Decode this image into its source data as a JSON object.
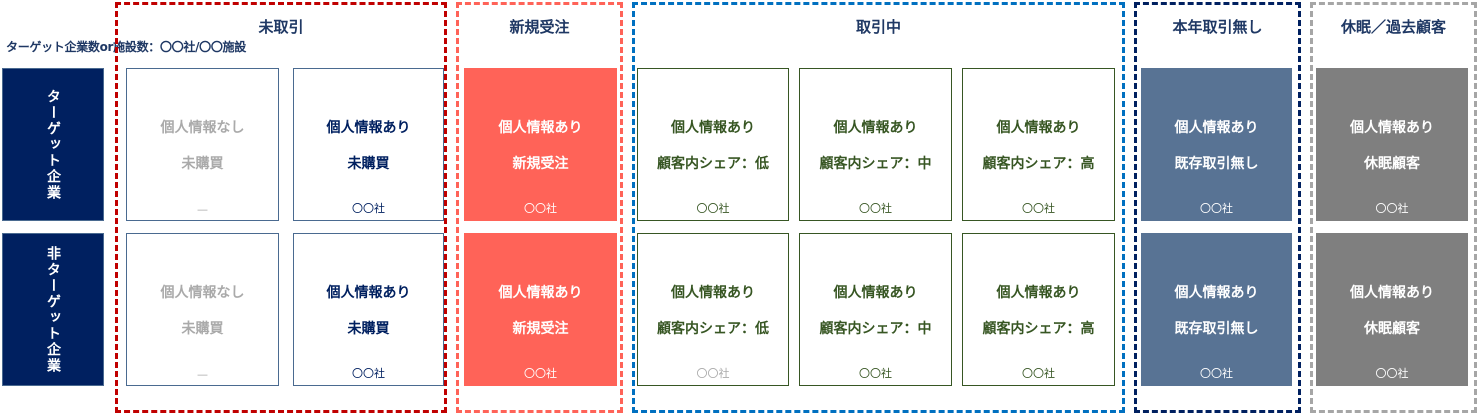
{
  "note": "ターゲット企業数or施設数：〇〇社/〇〇施設",
  "rows": [
    {
      "label": "ターゲット企業"
    },
    {
      "label": "非ターゲット企業"
    }
  ],
  "groups": [
    {
      "title": "未取引",
      "border_color": "#c00000",
      "columns": [
        {
          "style": "gray",
          "cards": [
            {
              "line1": "個人情報なし",
              "line2": "未購買",
              "count": "—",
              "count_color": "#aaaaaa"
            },
            {
              "line1": "個人情報なし",
              "line2": "未購買",
              "count": "—",
              "count_color": "#aaaaaa"
            }
          ]
        },
        {
          "style": "navy",
          "cards": [
            {
              "line1": "個人情報あり",
              "line2": "未購買",
              "count": "〇〇社",
              "count_color": "#002060"
            },
            {
              "line1": "個人情報あり",
              "line2": "未購買",
              "count": "〇〇社",
              "count_color": "#002060"
            }
          ]
        }
      ]
    },
    {
      "title": "新規受注",
      "border_color": "#ff6358",
      "columns": [
        {
          "style": "red",
          "cards": [
            {
              "line1": "個人情報あり",
              "line2": "新規受注",
              "count": "〇〇社",
              "count_color": "#ffffff"
            },
            {
              "line1": "個人情報あり",
              "line2": "新規受注",
              "count": "〇〇社",
              "count_color": "#ffffff"
            }
          ]
        }
      ]
    },
    {
      "title": "取引中",
      "border_color": "#0070c0",
      "columns": [
        {
          "style": "green",
          "cards": [
            {
              "line1": "個人情報あり",
              "line2": "顧客内シェア：低",
              "count": "〇〇社",
              "count_color": "#375623"
            },
            {
              "line1": "個人情報あり",
              "line2": "顧客内シェア：低",
              "count": "〇〇社",
              "count_color": "#aaaaaa"
            }
          ]
        },
        {
          "style": "green",
          "cards": [
            {
              "line1": "個人情報あり",
              "line2": "顧客内シェア：中",
              "count": "〇〇社",
              "count_color": "#375623"
            },
            {
              "line1": "個人情報あり",
              "line2": "顧客内シェア：中",
              "count": "〇〇社",
              "count_color": "#375623"
            }
          ]
        },
        {
          "style": "green",
          "cards": [
            {
              "line1": "個人情報あり",
              "line2": "顧客内シェア：高",
              "count": "〇〇社",
              "count_color": "#375623"
            },
            {
              "line1": "個人情報あり",
              "line2": "顧客内シェア：高",
              "count": "〇〇社",
              "count_color": "#375623"
            }
          ]
        }
      ]
    },
    {
      "title": "本年取引無し",
      "border_color": "#002060",
      "columns": [
        {
          "style": "slate",
          "cards": [
            {
              "line1": "個人情報あり",
              "line2": "既存取引無し",
              "count": "〇〇社",
              "count_color": "#ffffff"
            },
            {
              "line1": "個人情報あり",
              "line2": "既存取引無し",
              "count": "〇〇社",
              "count_color": "#ffffff"
            }
          ]
        }
      ]
    },
    {
      "title": "休眠／過去顧客",
      "border_color": "#a6a6a6",
      "columns": [
        {
          "style": "darkgray",
          "cards": [
            {
              "line1": "個人情報あり",
              "line2": "休眠顧客",
              "count": "〇〇社",
              "count_color": "#ffffff"
            },
            {
              "line1": "個人情報あり",
              "line2": "休眠顧客",
              "count": "〇〇社",
              "count_color": "#ffffff"
            }
          ]
        }
      ]
    }
  ]
}
